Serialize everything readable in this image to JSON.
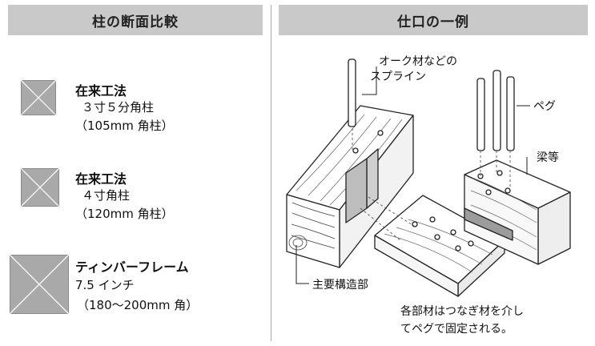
{
  "left": {
    "header": "柱の断面比較",
    "items": [
      {
        "title": "在来工法",
        "line1": "３寸５分角柱",
        "line2": "（105mm 角柱）"
      },
      {
        "title": "在来工法",
        "line1": "４寸角柱",
        "line2": "（120mm 角柱）"
      },
      {
        "title": "ティンバーフレーム",
        "line1": "7.5 インチ",
        "line2": "（180～200mm 角）"
      }
    ]
  },
  "right": {
    "header": "仕口の一例",
    "labels": {
      "spline_1": "オーク材などの",
      "spline_2": "スプライン",
      "peg": "ペグ",
      "beam": "梁等",
      "main": "主要構造部"
    },
    "note_1": "各部材はつなぎ材を介し",
    "note_2": "てペグで固定される。"
  },
  "colors": {
    "header_bg": "#c9c9c9",
    "swatch": "#a9a9a9",
    "line": "#222222"
  }
}
